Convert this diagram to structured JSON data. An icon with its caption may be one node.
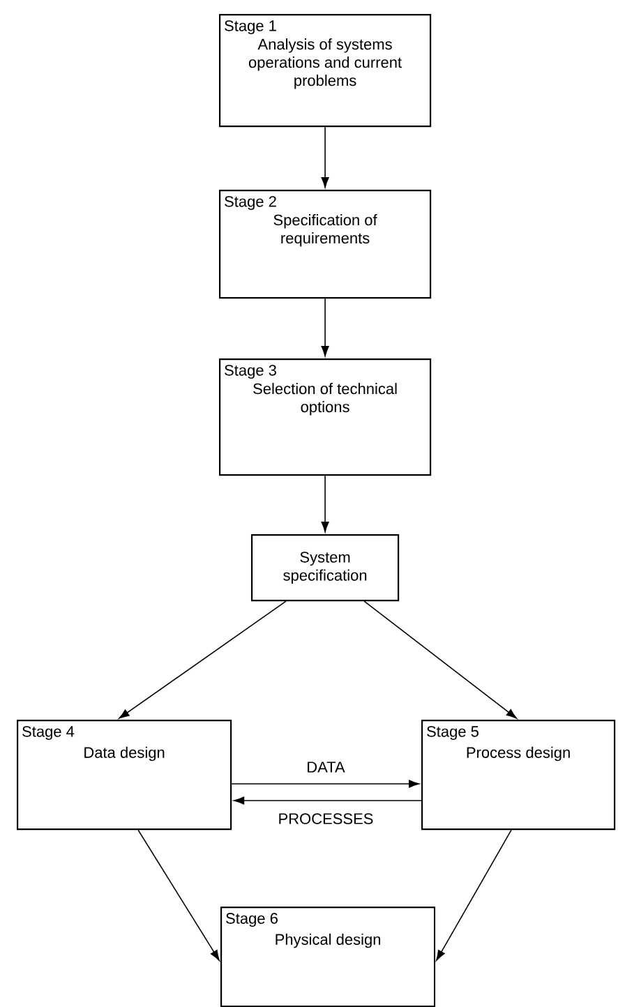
{
  "diagram": {
    "nodes": [
      {
        "text": [
          "Stage 1",
          "Analysis of systems operations and current problems"
        ]
      },
      {
        "text": [
          "Stage 2",
          "Specification of requirements"
        ]
      },
      {
        "text": [
          "Stage 3",
          "Selection of technical options"
        ]
      },
      {
        "text": [
          "System specification"
        ]
      },
      {
        "text": [
          "Stage 4",
          "Data design"
        ]
      },
      {
        "text": [
          "Stage 5",
          "Process design"
        ]
      },
      {
        "text": [
          "Stage 6",
          "Physical design"
        ]
      }
    ],
    "edges": [
      {
        "from": 0,
        "to": 1,
        "arrow": "to"
      },
      {
        "from": 1,
        "to": 2,
        "arrow": "to"
      },
      {
        "from": 2,
        "to": 3,
        "arrow": "to"
      },
      {
        "from": 3,
        "to": 4,
        "arrow": "to"
      },
      {
        "from": 3,
        "to": 5,
        "arrow": "to"
      },
      {
        "from": 4,
        "to": 5,
        "arrow": "to",
        "label": "DATA"
      },
      {
        "from": 5,
        "to": 4,
        "arrow": "to",
        "label": "PROCESSES"
      },
      {
        "from": 4,
        "to": 6,
        "arrow": "to"
      },
      {
        "from": 5,
        "to": 6,
        "arrow": "to"
      }
    ]
  }
}
